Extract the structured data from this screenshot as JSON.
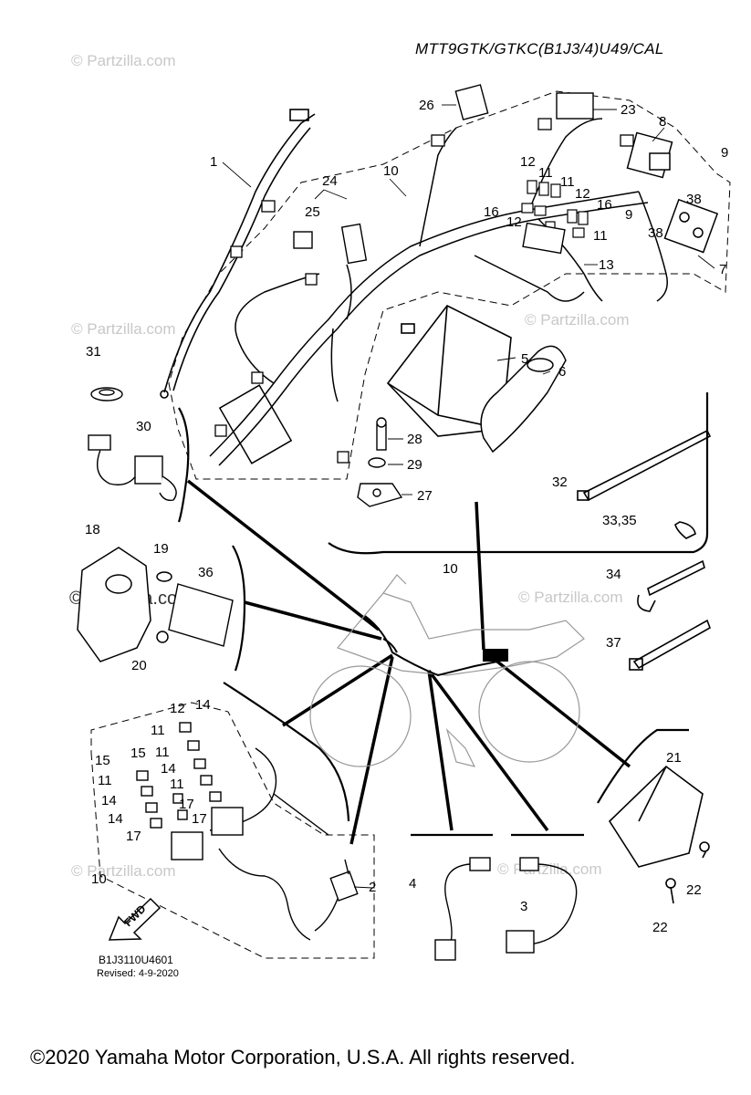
{
  "header": {
    "model_code": "MTT9GTK/GTKC(B1J3/4)U49/CAL"
  },
  "footer": {
    "copyright": "©2020 Yamaha Motor Corporation, U.S.A. All rights reserved."
  },
  "diagram_info": {
    "diagram_id": "B1J3110U4601",
    "revised": "Revised: 4-9-2020"
  },
  "watermark": {
    "text": "© Partzilla.com"
  },
  "fwd_label": "FWD",
  "callouts": [
    "1",
    "2",
    "3",
    "4",
    "5",
    "6",
    "7",
    "8",
    "9",
    "10",
    "11",
    "12",
    "13",
    "14",
    "15",
    "16",
    "17",
    "18",
    "19",
    "20",
    "21",
    "22",
    "23",
    "24",
    "25",
    "26",
    "27",
    "28",
    "29",
    "30",
    "31",
    "32",
    "33,35",
    "34",
    "36",
    "37",
    "38"
  ],
  "colors": {
    "line": "#000000",
    "watermark": "#c8c8c8",
    "background": "#ffffff"
  }
}
